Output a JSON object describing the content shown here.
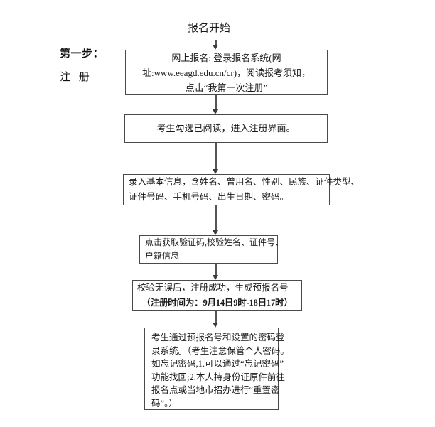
{
  "diagram": {
    "title_label": {
      "step": "第一步：",
      "sub": "注 册"
    },
    "nodes": [
      {
        "id": "start",
        "name": "node-start",
        "lines": [
          "报名开始"
        ]
      },
      {
        "id": "online-reg",
        "name": "node-online-registration",
        "lines": [
          "网上报名: 登录报名系统(网",
          "址:www.eeagd.edu.cn/cr)，阅读报考须知，",
          "点击“我第一次注册”"
        ]
      },
      {
        "id": "checkbox",
        "name": "node-agree-checkbox",
        "lines": [
          "考生勾选已阅读，进入注册界面。"
        ]
      },
      {
        "id": "basic-info",
        "name": "node-enter-basic-info",
        "lines": [
          "录入基本信息，含姓名、曾用名、性别、民族、证件类型、",
          "证件号码、手机号码、出生日期、密码。"
        ]
      },
      {
        "id": "verify-code",
        "name": "node-get-verification-code",
        "lines": [
          "点击获取验证码,校验姓名、证件号、",
          "户籍信息"
        ]
      },
      {
        "id": "register-ok",
        "name": "node-registration-success",
        "lines": [
          "校验无误后，注册成功，生成预报名号"
        ],
        "bold_line": "（注册时间为：9月14日9时-18日17时）"
      },
      {
        "id": "login-sys",
        "name": "node-login-system",
        "lines": [
          "考生通过预报名号和设置的密码登",
          "录系统。（考生注意保管个人密码。",
          "如忘记密码,1.可以通过“忘记密码”",
          "功能找回;2.本人持身份证原件前往",
          "报名点或当地市招办进行“重置密",
          "码”。）"
        ]
      }
    ],
    "connectors": [
      {
        "name": "arrow-start-to-online-reg"
      },
      {
        "name": "arrow-online-reg-to-checkbox"
      },
      {
        "name": "arrow-checkbox-to-basic-info"
      },
      {
        "name": "arrow-basic-info-to-verify-code"
      },
      {
        "name": "arrow-verify-code-to-register-ok"
      },
      {
        "name": "arrow-register-ok-to-login-sys"
      }
    ],
    "colors": {
      "border": "#4a4a4a",
      "text": "#1a1a1a",
      "arrow": "#3a3a3a",
      "background": "#ffffff"
    }
  }
}
